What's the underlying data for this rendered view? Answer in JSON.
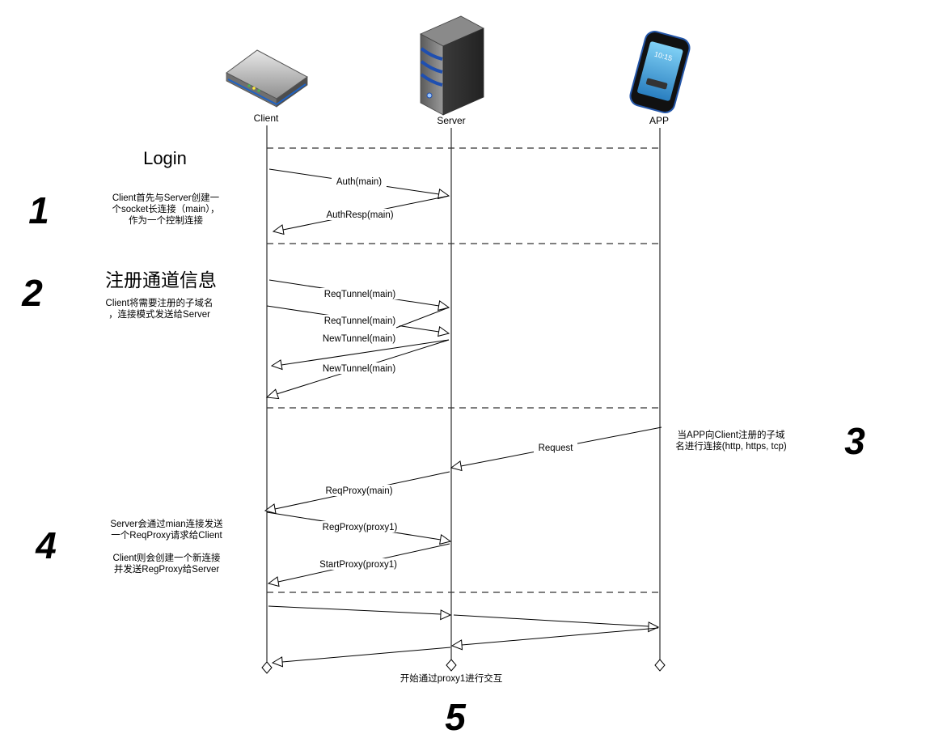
{
  "actors": {
    "client": "Client",
    "server": "Server",
    "app": "APP"
  },
  "phone_time": "10:15",
  "sections": {
    "login_title": "Login",
    "register_title": "注册通道信息"
  },
  "steps": [
    "1",
    "2",
    "3",
    "4",
    "5"
  ],
  "notes": {
    "step1": [
      "Client首先与Server创建一",
      "个socket长连接（main），",
      "作为一个控制连接"
    ],
    "step2": [
      "Client将需要注册的子域名",
      "，连接模式发送给Server"
    ],
    "step3": [
      "当APP向Client注册的子域",
      "名进行连接(http, https, tcp)"
    ],
    "step4": [
      "Server会通过mian连接发送",
      "一个ReqProxy请求给Client",
      "Client则会创建一个新连接",
      "并发送RegProxy给Server"
    ],
    "step5": "开始通过proxy1进行交互"
  },
  "messages": [
    "Auth(main)",
    "AuthResp(main)",
    "ReqTunnel(main)",
    "ReqTunnel(main)",
    "NewTunnel(main)",
    "NewTunnel(main)",
    "Request",
    "ReqProxy(main)",
    "RegProxy(proxy1)",
    "StartProxy(proxy1)"
  ]
}
